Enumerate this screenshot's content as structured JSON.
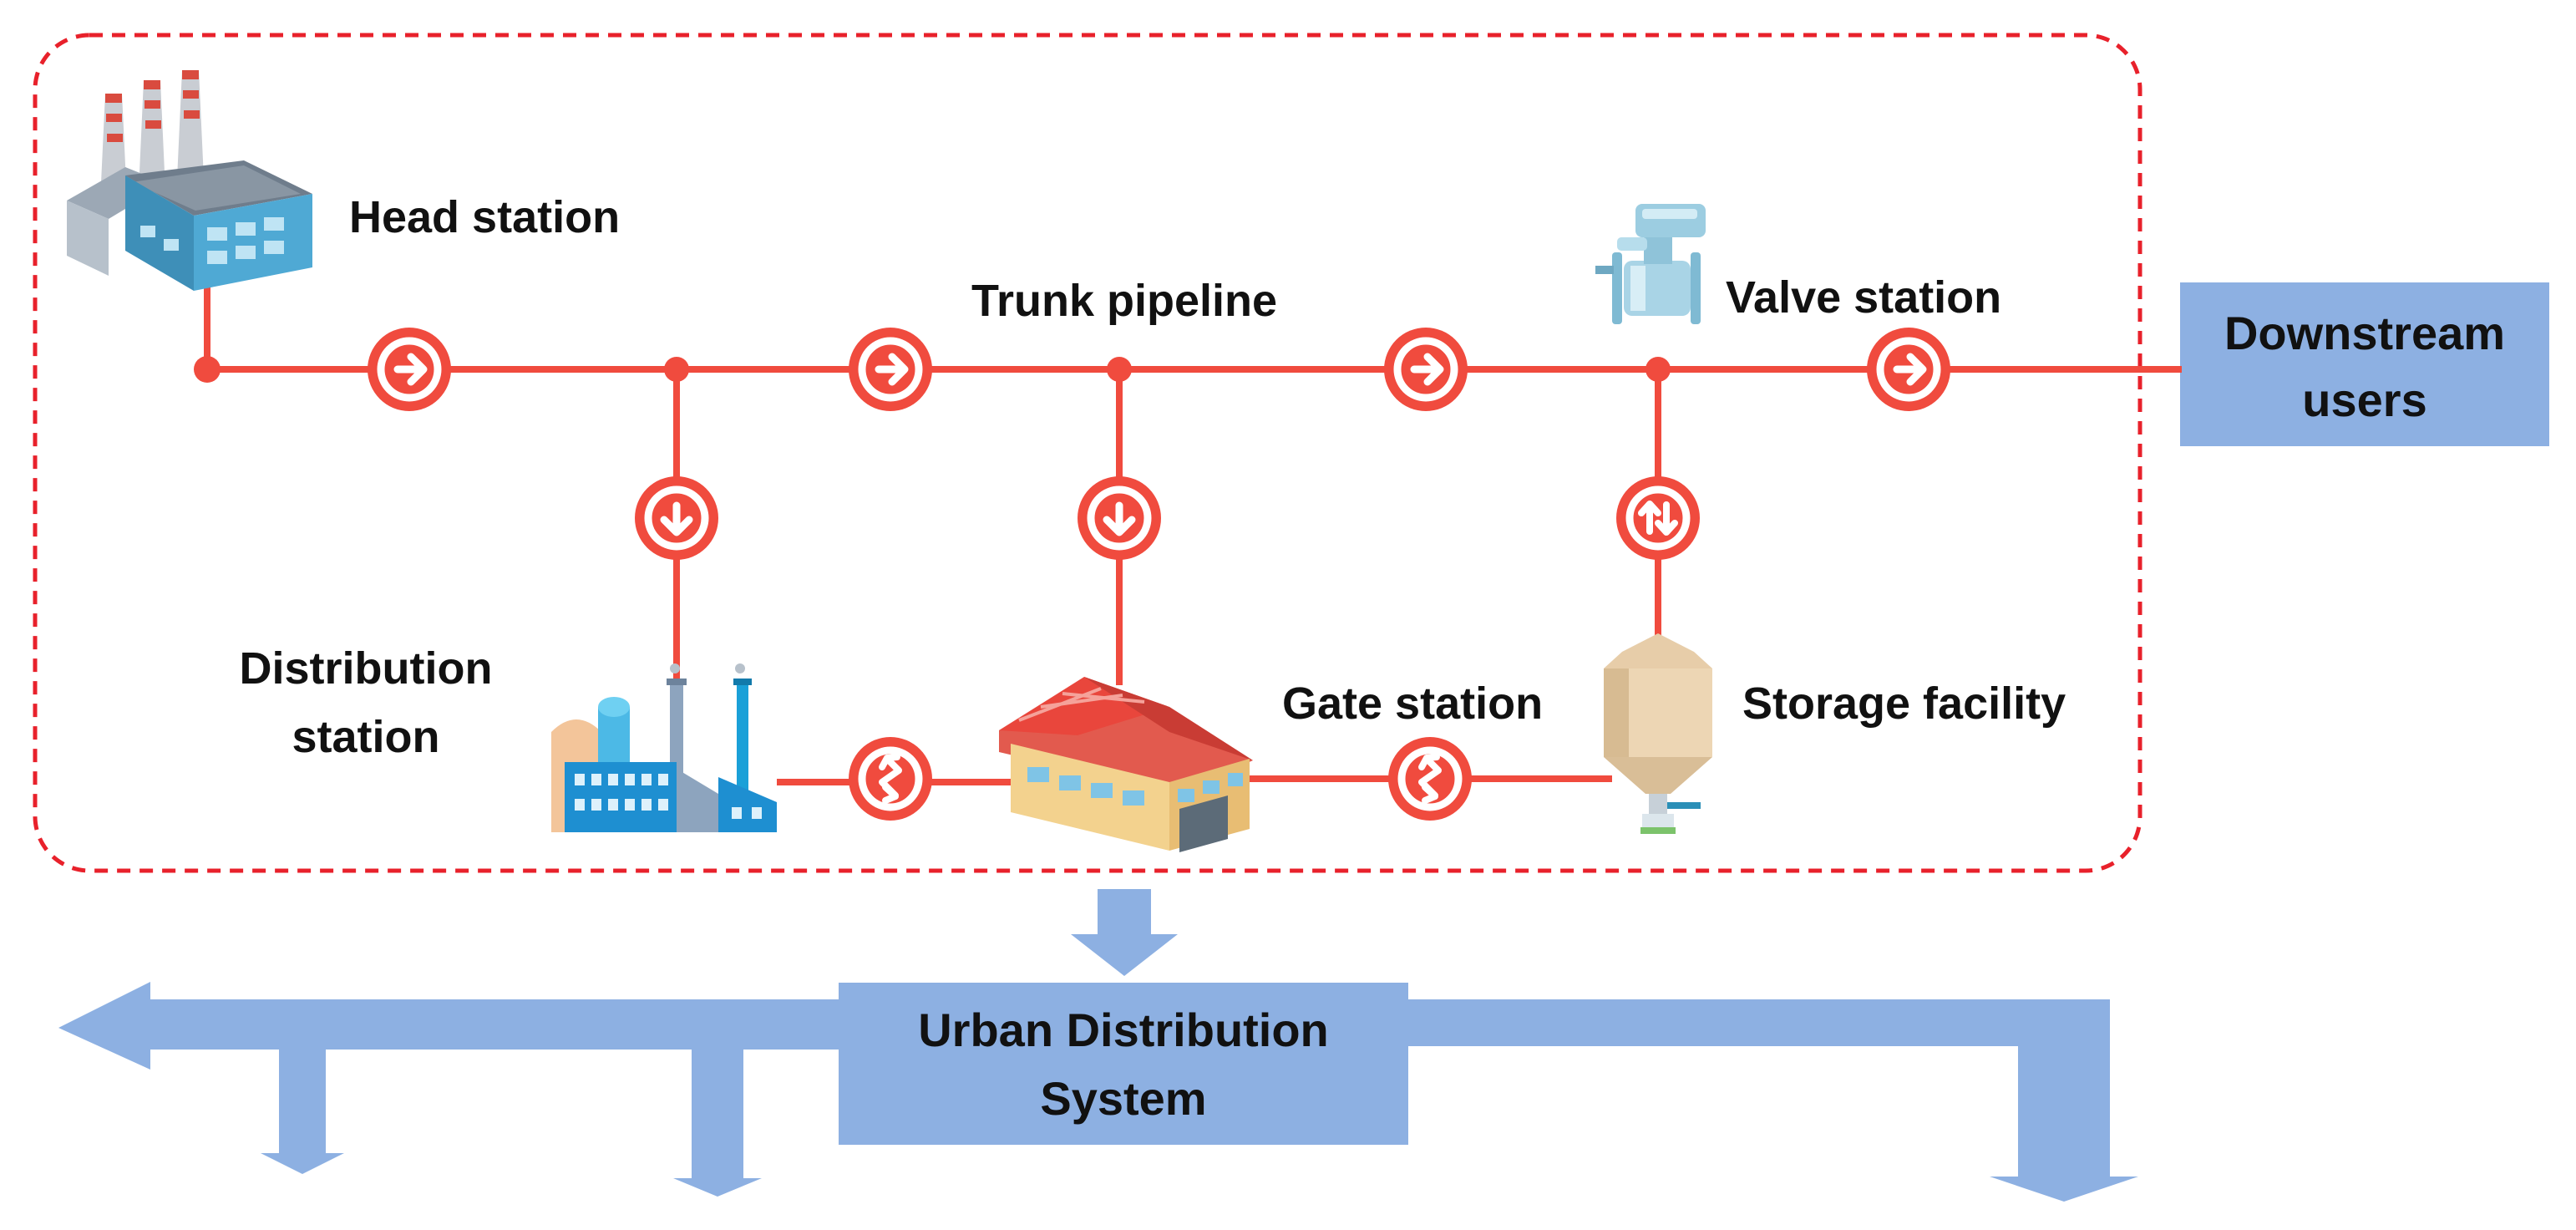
{
  "labels": {
    "head_station": "Head station",
    "trunk_pipeline": "Trunk pipeline",
    "valve_station": "Valve station",
    "downstream_users_line1": "Downstream",
    "downstream_users_line2": "users",
    "distribution_station_line1": "Distribution",
    "distribution_station_line2": "station",
    "gate_station": "Gate station",
    "storage_facility": "Storage facility",
    "urban_system_line1": "Urban Distribution",
    "urban_system_line2": "System"
  },
  "colors": {
    "pipeline_red": "#F04B3E",
    "boundary_red": "#E8212B",
    "system_blue": "#8DB0E2"
  },
  "icons": {
    "head_station": "factory-with-chimneys-icon",
    "valve_station": "valve-icon",
    "distribution_station": "industrial-plant-icon",
    "gate_station": "warehouse-icon",
    "storage_facility": "storage-tank-icon",
    "flow_right": "arrow-right-circle-icon",
    "flow_down": "arrow-down-circle-icon",
    "flow_bidirectional": "bidirectional-arrow-circle-icon",
    "pressure_regulator": "zigzag-arrow-circle-icon"
  }
}
